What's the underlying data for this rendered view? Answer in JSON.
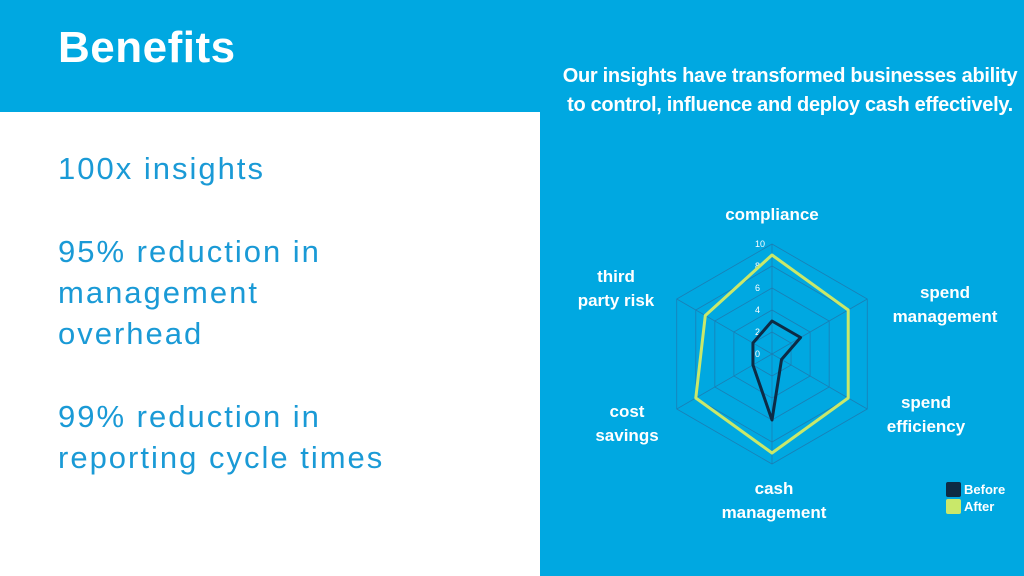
{
  "slide": {
    "title": "Benefits",
    "benefits": [
      "100x insights",
      "95% reduction in\nmanagement\noverhead",
      "99% reduction in\nreporting cycle times"
    ],
    "tagline": "Our insights have transformed businesses ability to control, influence and deploy cash effectively.",
    "colors": {
      "primary": "#00a8e1",
      "benefit_text": "#1a9ad6",
      "before": "#0d2b45",
      "after": "#c9e86a"
    }
  },
  "chart_data": {
    "type": "radar",
    "axes": [
      "compliance",
      "spend management",
      "spend efficiency",
      "cash management",
      "cost savings",
      "third party risk"
    ],
    "ticks": [
      "0",
      "2",
      "4",
      "6",
      "8",
      "10"
    ],
    "rmax": 10,
    "series": [
      {
        "name": "Before",
        "values": [
          3,
          3,
          1,
          6,
          2,
          2
        ]
      },
      {
        "name": "After",
        "values": [
          9,
          8,
          8,
          9,
          8,
          7
        ]
      }
    ],
    "legend": "bottom-right"
  }
}
